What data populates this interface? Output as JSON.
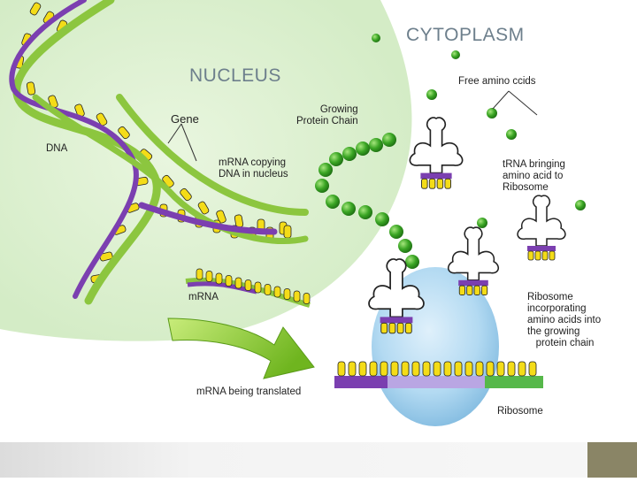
{
  "labels": {
    "cytoplasm": "CYTOPLASM",
    "nucleus": "NUCLEUS",
    "free_amino": "Free amino ccids",
    "growing_chain": "Growing\nProtein Chain",
    "gene": "Gene",
    "dna": "DNA",
    "mrna_copying": "mRNA copying\nDNA in nucleus",
    "trna": "tRNA bringing\namino acid to\nRibosome",
    "mrna": "mRNA",
    "ribosome_incorporating": "Ribosome\nincorporating\namino acids into\nthe growing\n   protein chain",
    "mrna_translated": "mRNA being translated",
    "ribosome": "Ribosome"
  },
  "colors": {
    "nucleus_fill": "#ddf0d2",
    "dna_green": "#8cc63f",
    "dna_purple": "#7b3fb0",
    "base_yellow": "#f4dc18",
    "amino_green": "#3aa524",
    "ribosome_blue": "#a9d4ee",
    "arrow_green": "#a3d33e",
    "footer_accent": "#8a8566"
  }
}
